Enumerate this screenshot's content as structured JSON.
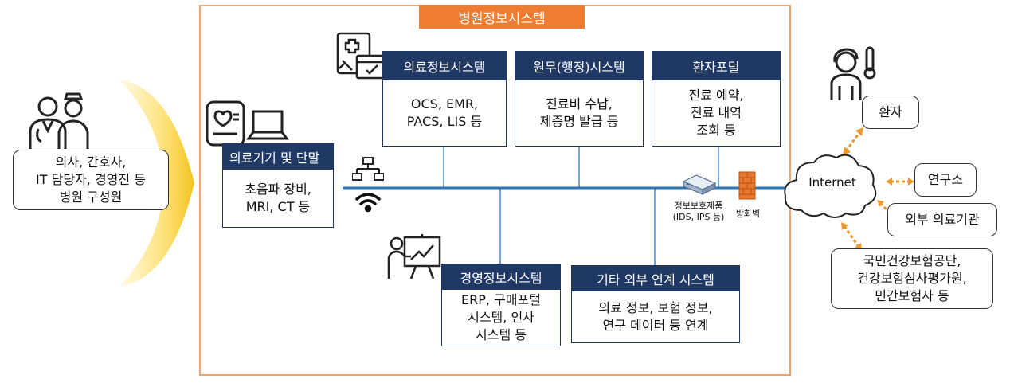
{
  "hospital_system_title": "병원정보시스템",
  "members_box": {
    "lines": [
      "의사, 간호사,",
      "IT 담당자, 경영진 등",
      "병원 구성원"
    ]
  },
  "device_box": {
    "title": "의료기기 및 단말",
    "lines": [
      "초음파 장비,",
      "MRI, CT 등"
    ]
  },
  "medical_info": {
    "title": "의료정보시스템",
    "lines": [
      "OCS, EMR,",
      "PACS, LIS 등"
    ]
  },
  "admin_system": {
    "title": "원무(행정)시스템",
    "lines": [
      "진료비 수납,",
      "제증명 발급 등"
    ]
  },
  "patient_portal": {
    "title": "환자포털",
    "lines": [
      "진료 예약,",
      "진료 내역",
      "조회 등"
    ]
  },
  "management_system": {
    "title": "경영정보시스템",
    "lines": [
      "ERP, 구매포털",
      "시스템, 인사",
      "시스템 등"
    ]
  },
  "external_link": {
    "title": "기타 외부 연계 시스템",
    "lines": [
      "의료 정보, 보험 정보,",
      "연구 데이터 등 연계"
    ]
  },
  "security_product": {
    "lines": [
      "정보보호제품",
      "(IDS, IPS 등)"
    ]
  },
  "firewall_label": "방화벽",
  "internet_label": "Internet",
  "patient_label": "환자",
  "research_label": "연구소",
  "external_medical_label": "외부 의료기관",
  "insurance_box": {
    "lines": [
      "국민건강보험공단,",
      "건강보험심사평가원,",
      "민간보험사 등"
    ]
  },
  "colors": {
    "navy": "#1f3864",
    "orange": "#ef7d31",
    "frame": "#f3a36e",
    "bus": "#2e75b6"
  },
  "icons": [
    "doctor-nurse-icon",
    "medical-chart-icon",
    "monitor-device-icon",
    "laptop-icon",
    "network-icon",
    "wifi-icon",
    "ids-device-icon",
    "firewall-icon",
    "cloud-icon",
    "patient-icon",
    "presentation-icon"
  ]
}
